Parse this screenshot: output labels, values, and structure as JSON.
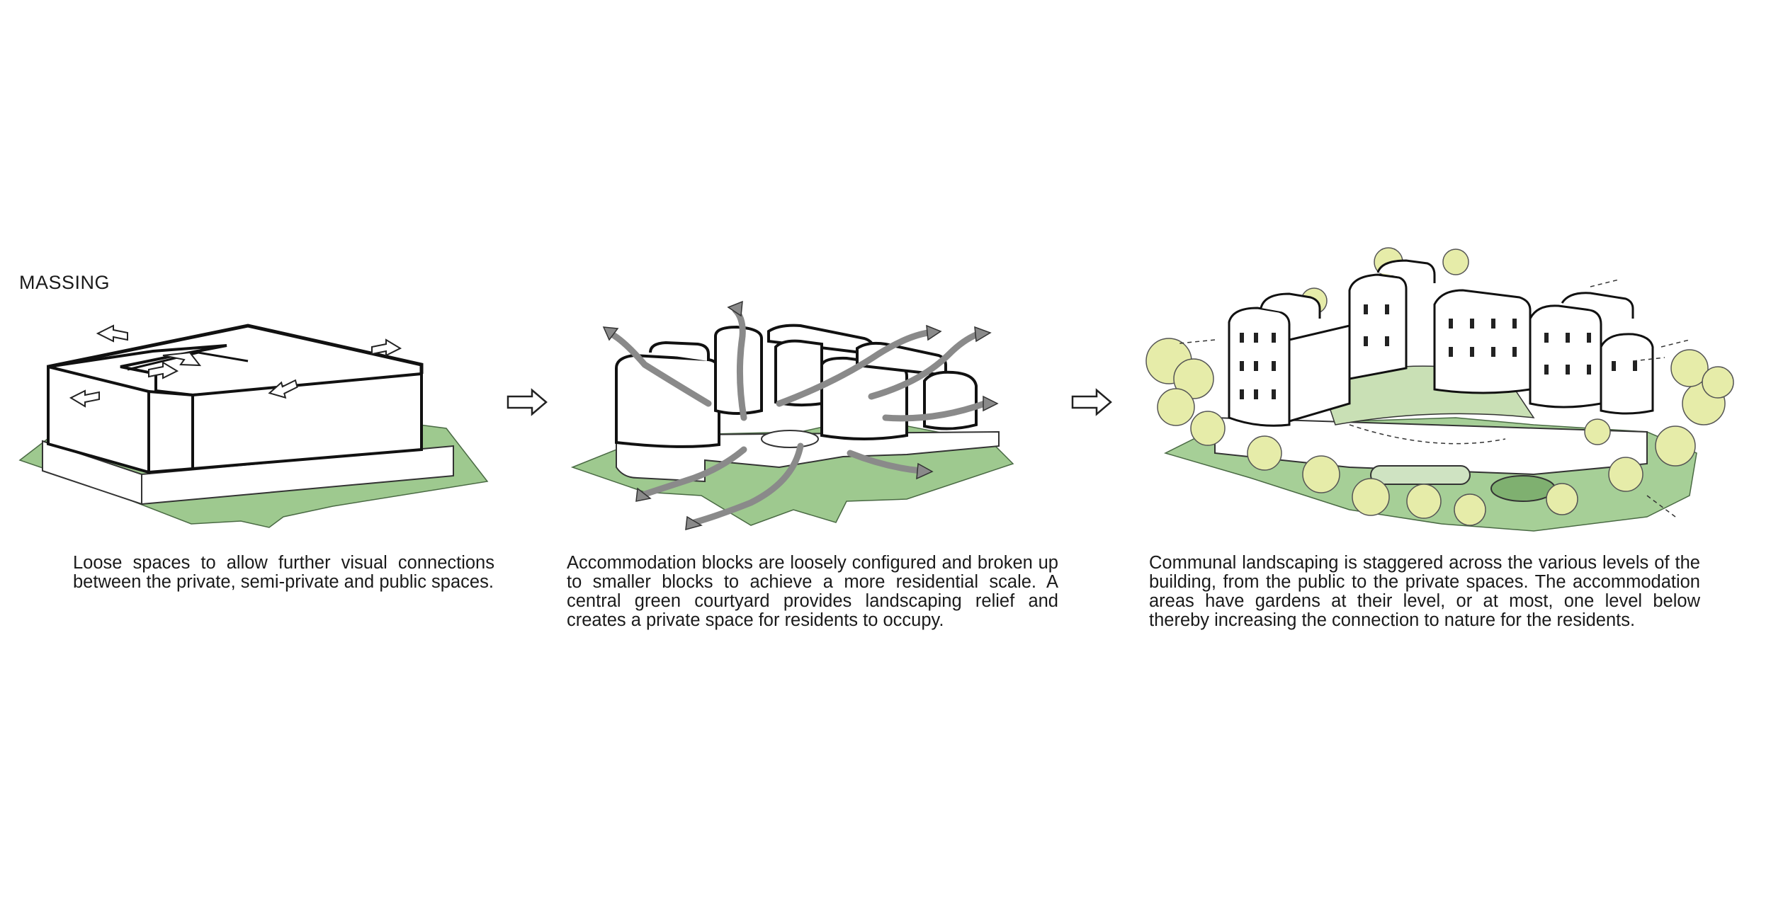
{
  "title": "MASSING",
  "panels": [
    {
      "id": "loose-spaces",
      "caption": "Loose spaces to allow further visual connections between the private, semi-private and public spaces."
    },
    {
      "id": "accommodation-blocks",
      "caption": "Accommodation blocks are loosely configured and broken up to smaller blocks to achieve a more residential scale. A central green courtyard provides landscaping relief and creates a private space for residents to occupy."
    },
    {
      "id": "communal-landscaping",
      "caption": "Communal landscaping is staggered across the various levels of the building, from the public to the private spaces. The accommodation areas have gardens at their level, or at most, one level below thereby increasing the connection to nature for the residents."
    }
  ],
  "colors": {
    "landscape_green": "#9ec98f",
    "tree_yellow": "#e6eca9",
    "flow_arrow_grey": "#8a8a8a",
    "ink": "#111111"
  }
}
